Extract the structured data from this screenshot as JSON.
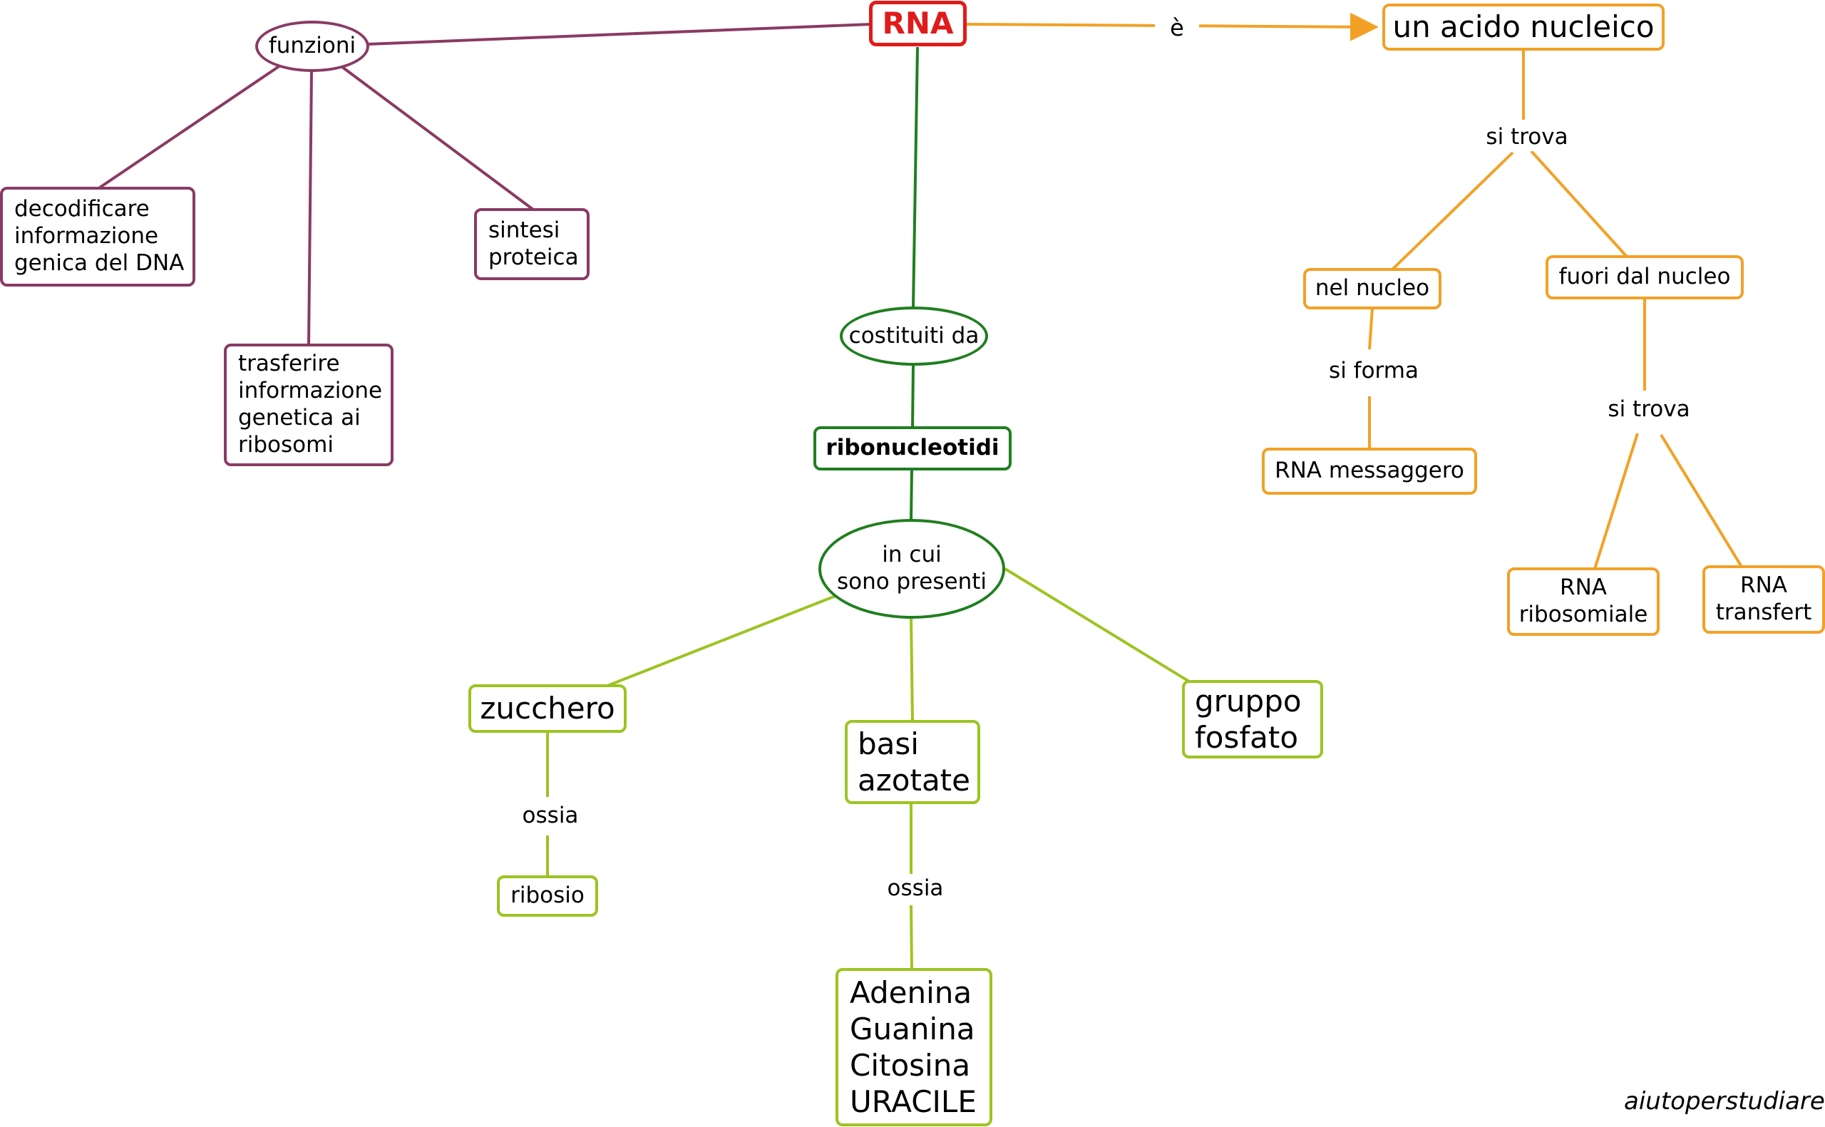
{
  "root": "RNA",
  "functions": {
    "label": "funzioni",
    "items": [
      "decodificare\ninformazione\ngenica del DNA",
      "trasferire\ninformazione\ngenetica ai\nribosomi",
      "sintesi\nproteica"
    ]
  },
  "composition": {
    "link": "costituiti da",
    "node": "ribonucleotidi",
    "presence": "in cui\nsono presenti",
    "sugar": "zucchero",
    "sugar_link": "ossia",
    "sugar_value": "ribosio",
    "bases": "basi\nazotate",
    "bases_link": "ossia",
    "bases_value": "Adenina\nGuanina\nCitosina\nURACILE",
    "phosphate": "gruppo\nfosfato"
  },
  "classification": {
    "link": "è",
    "node": "un acido nucleico",
    "found_link": "si trova",
    "inside": "nel nucleo",
    "forms_link": "si forma",
    "messenger": "RNA messaggero",
    "outside": "fuori dal nucleo",
    "outside_link": "si trova",
    "ribosomal": "RNA\nribosomiale",
    "transfer": "RNA\ntransfert"
  },
  "watermark": "aiutoperstudiare",
  "colors": {
    "root": "#e01b1b",
    "functions": "#8a3a64",
    "composition": "#1f7f1f",
    "components": "#9cc421",
    "classification": "#f2a126"
  }
}
